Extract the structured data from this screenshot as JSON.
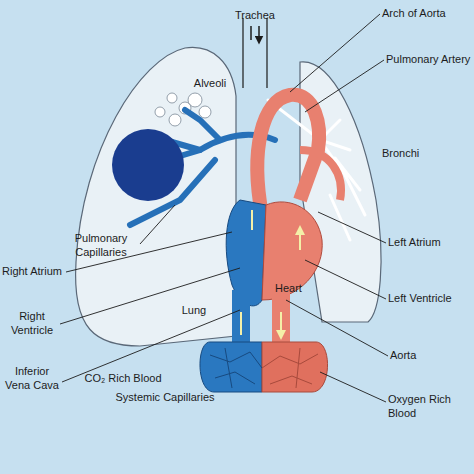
{
  "diagram": {
    "labels": [
      "Trachea",
      "Arch of Aorta",
      "Alveoli",
      "Pulmonary Artery",
      "Bronchi",
      "Pulmonary Capillaries",
      "Left Atrium",
      "Right Atrium",
      "Heart",
      "Left Ventricle",
      "Right Ventricle",
      "Lung",
      "Aorta",
      "Inferior Vena Cava",
      "CO₂ Rich Blood",
      "Systemic Capillaries",
      "Oxygen Rich Blood"
    ]
  }
}
